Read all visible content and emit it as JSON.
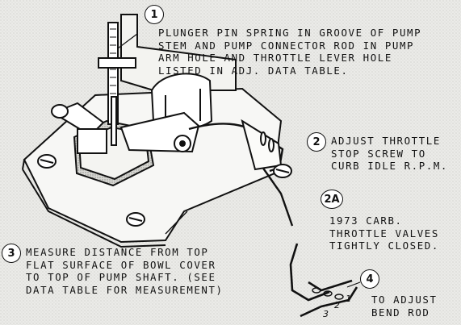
{
  "callouts": [
    {
      "number": "1",
      "lines": [
        "PLUNGER PIN SPRING IN GROOVE OF PUMP",
        "STEM AND PUMP CONNECTOR ROD IN PUMP",
        "ARM HOLE AND THROTTLE LEVER HOLE",
        "LISTED IN ADJ. DATA TABLE."
      ]
    },
    {
      "number": "2",
      "lines": [
        "ADJUST THROTTLE",
        "STOP SCREW TO",
        "CURB IDLE R.P.M."
      ]
    },
    {
      "number": "2A",
      "lines": [
        "1973 CARB.",
        "THROTTLE VALVES",
        "TIGHTLY CLOSED."
      ]
    },
    {
      "number": "3",
      "lines": [
        "MEASURE DISTANCE FROM TOP",
        "FLAT SURFACE OF BOWL COVER",
        "TO TOP OF PUMP SHAFT. (SEE",
        "DATA TABLE FOR MEASUREMENT)"
      ]
    },
    {
      "number": "4",
      "lines": [
        "TO ADJUST",
        "BEND ROD"
      ]
    }
  ],
  "hole_labels": [
    "3",
    "2",
    "1"
  ]
}
